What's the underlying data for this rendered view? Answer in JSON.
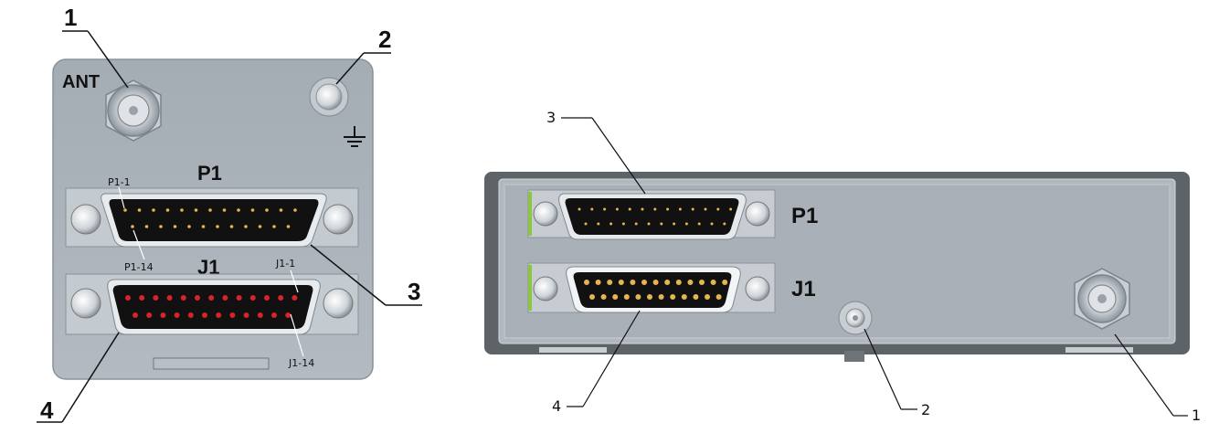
{
  "front_view": {
    "ant_label": "ANT",
    "p1_label": "P1",
    "j1_label": "J1",
    "p1_pin_first": "P1-1",
    "p1_pin_last": "P1-14",
    "j1_pin_first": "J1-1",
    "j1_pin_last": "J1-14",
    "callouts": [
      "1",
      "2",
      "3",
      "4"
    ]
  },
  "side_view": {
    "p1_label": "P1",
    "j1_label": "J1",
    "callouts": [
      "3",
      "4",
      "2",
      "1"
    ]
  },
  "colors": {
    "panel": "#aab2ba",
    "connector": "#111111",
    "p1_pin": "#e6b450",
    "j1_pin": "#d8232a",
    "ground_pin": "#ffffff"
  }
}
